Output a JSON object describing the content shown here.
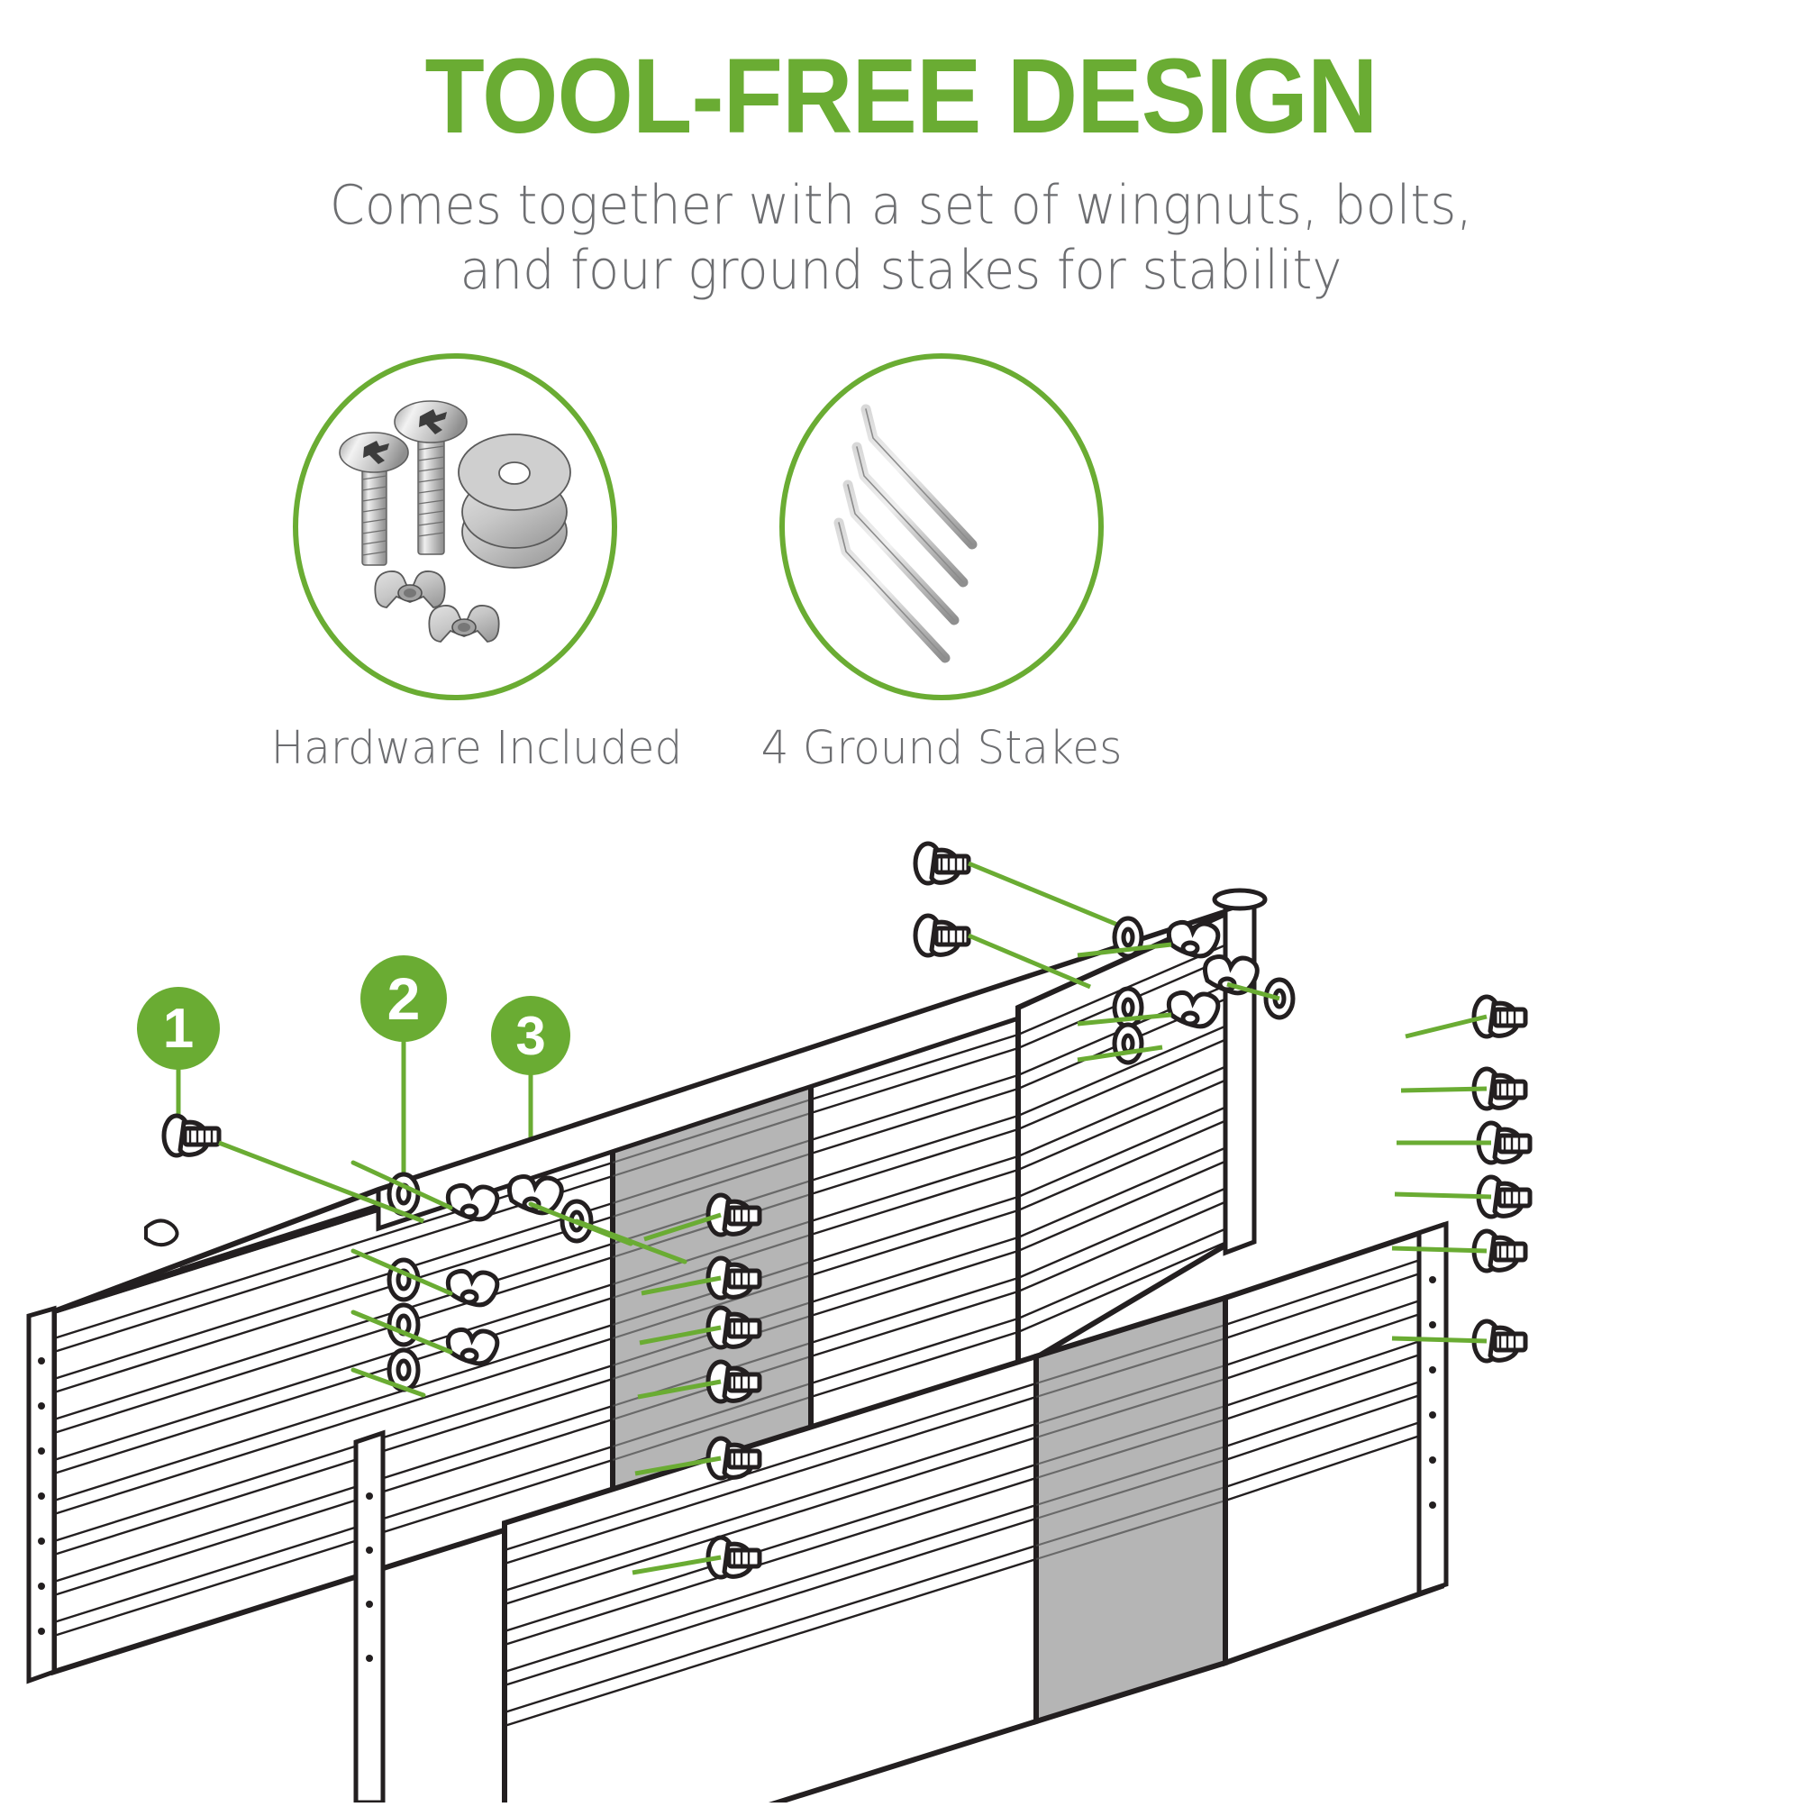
{
  "header": {
    "title": "TOOL-FREE DESIGN",
    "subtitle_line1": "Comes together with a set of wingnuts, bolts,",
    "subtitle_line2": "and four ground stakes for stability"
  },
  "colors": {
    "brand_green": "#6aac33",
    "text_gray": "#6d6e71",
    "line_black": "#231f20",
    "panel_gray": "#b5b5b5",
    "metal_light": "#e6e6e6",
    "metal_mid": "#c9c9c9",
    "metal_dark": "#9a9a9a"
  },
  "features": [
    {
      "id": "hardware-included",
      "label": "Hardware Included",
      "icon": "bolts-washers-wingnuts-icon",
      "contents": [
        "2 bolts",
        "2 washers",
        "2 wingnuts"
      ]
    },
    {
      "id": "ground-stakes",
      "label": "4 Ground Stakes",
      "icon": "ground-stakes-icon",
      "contents": [
        "4 L-shaped ground stakes"
      ]
    }
  ],
  "callouts": [
    {
      "number": "1",
      "part": "bolt"
    },
    {
      "number": "2",
      "part": "washer"
    },
    {
      "number": "3",
      "part": "wingnut"
    }
  ],
  "illustration": {
    "name": "raised-garden-bed-assembly-diagram",
    "description": "Isometric line drawing of a rectangular corrugated metal raised garden bed with exploded bolt, washer and wingnut hardware"
  }
}
